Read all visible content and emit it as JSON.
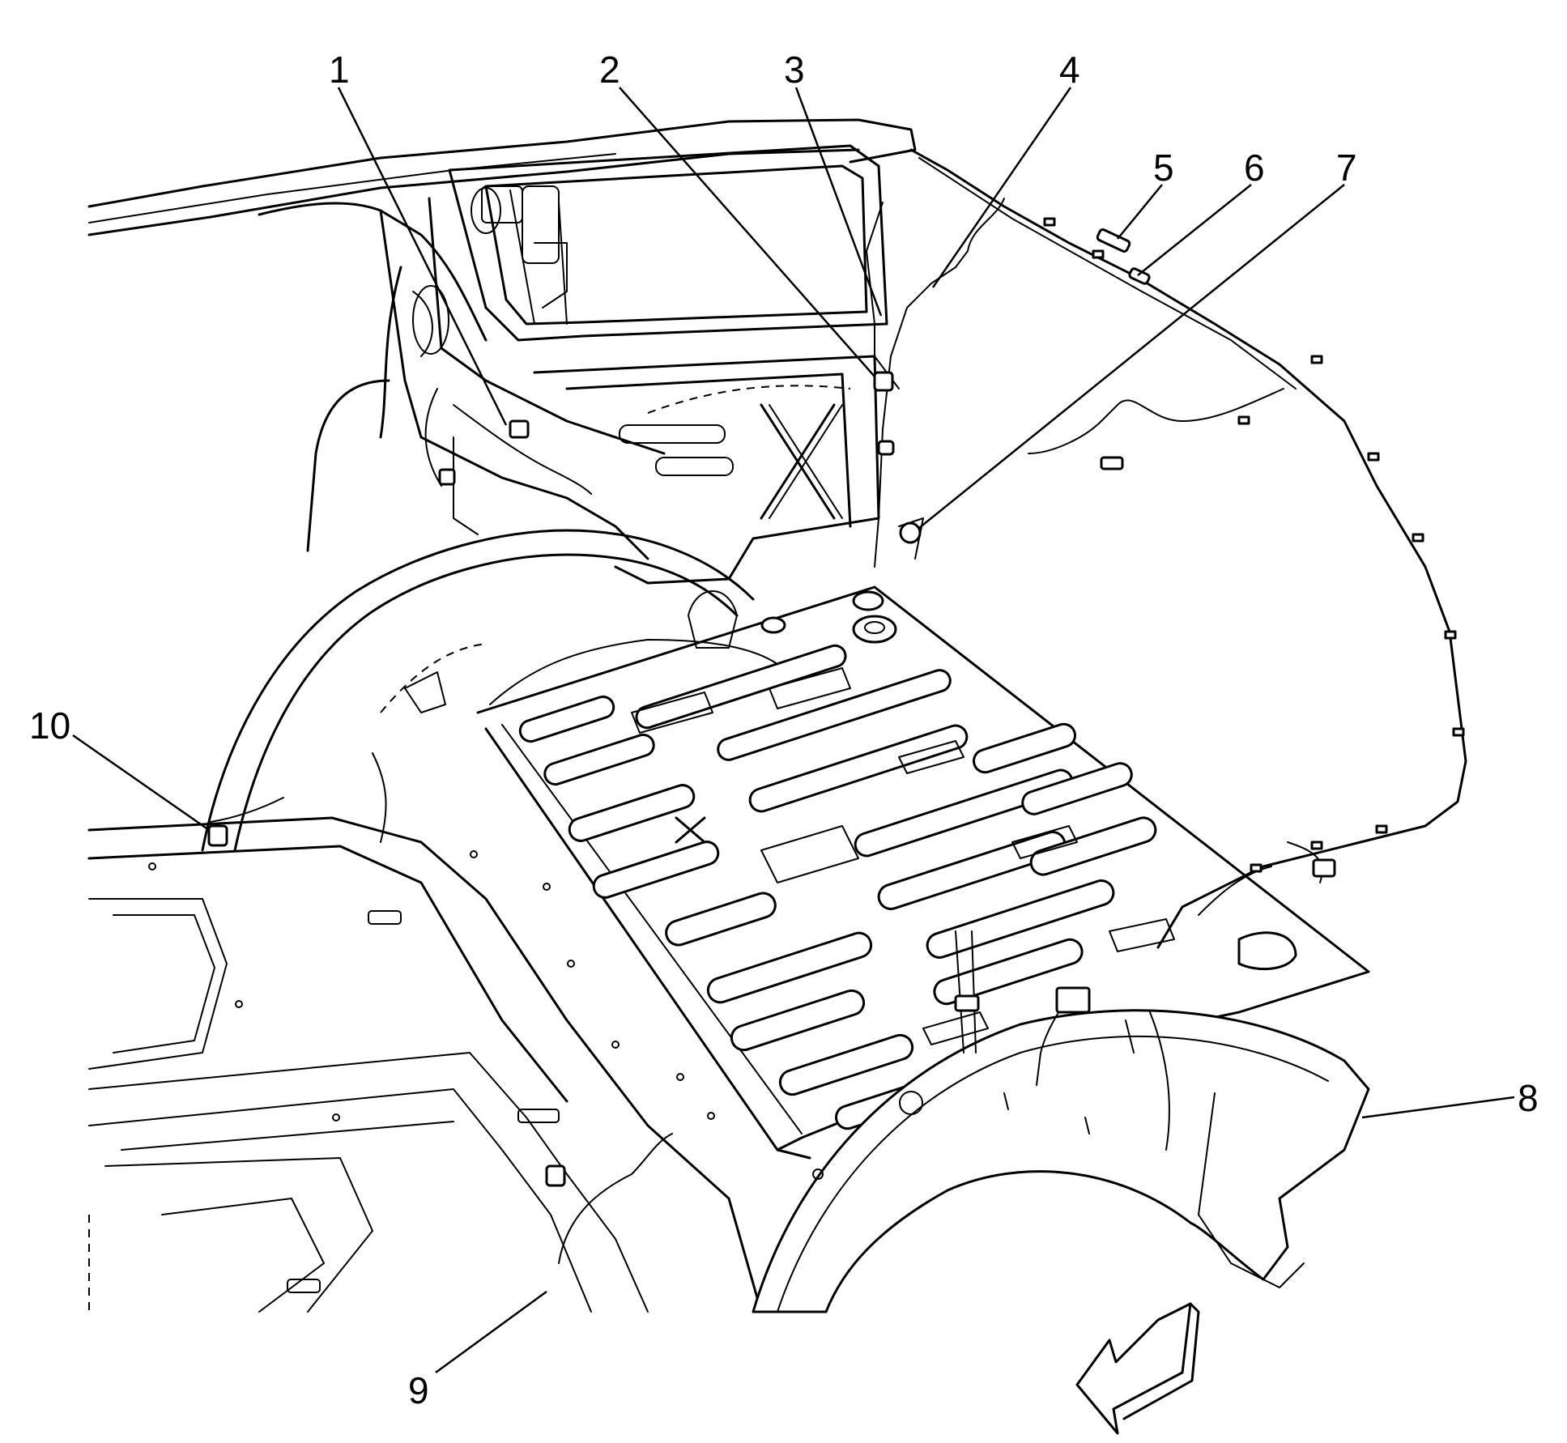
{
  "callouts": [
    {
      "id": "1",
      "label": "1"
    },
    {
      "id": "2",
      "label": "2"
    },
    {
      "id": "3",
      "label": "3"
    },
    {
      "id": "4",
      "label": "4"
    },
    {
      "id": "5",
      "label": "5"
    },
    {
      "id": "6",
      "label": "6"
    },
    {
      "id": "7",
      "label": "7"
    },
    {
      "id": "8",
      "label": "8"
    },
    {
      "id": "9",
      "label": "9"
    },
    {
      "id": "10",
      "label": "10"
    }
  ],
  "icons": {
    "front_arrow": "front-direction-arrow-icon"
  }
}
